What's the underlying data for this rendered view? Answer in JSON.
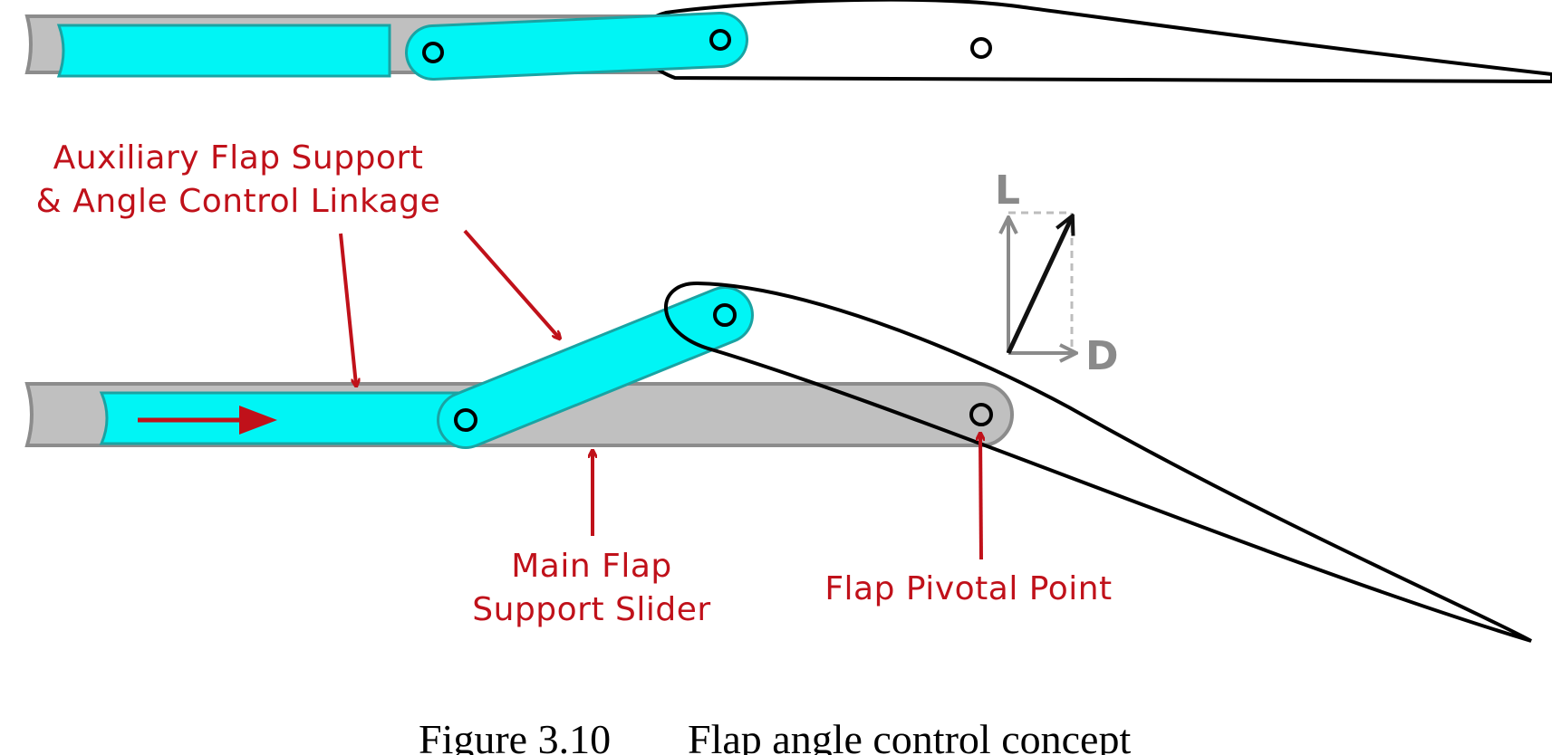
{
  "labels": {
    "aux_line1": "Auxiliary Flap Support",
    "aux_line2": "& Angle Control Linkage",
    "main_line1": "Main Flap",
    "main_line2": "Support Slider",
    "pivot": "Flap Pivotal Point",
    "lift": "L",
    "drag": "D"
  },
  "caption": {
    "figure_number": "Figure 3.10",
    "title": "Flap angle control concept"
  },
  "colors": {
    "linkage": "#00f5f5",
    "linkage_edge": "#1aa3a3",
    "slider": "#c0c0c0",
    "slider_edge": "#8c8c8c",
    "annotation": "#c0111a",
    "force_vector": "#8a8a8a",
    "resultant": "#111111"
  }
}
